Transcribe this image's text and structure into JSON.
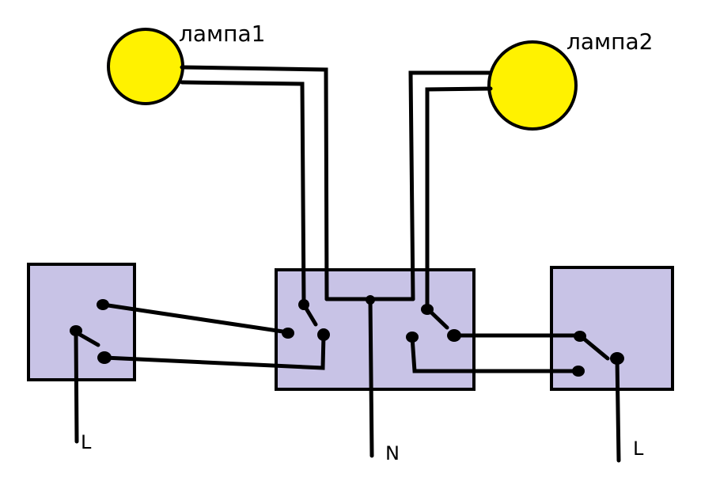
{
  "labels": {
    "lamp1": "лампа1",
    "lamp2": "лампа2",
    "left_line": "L",
    "neutral": "N",
    "right_line": "L"
  },
  "colors": {
    "lamp_fill": "#fff200",
    "box_fill": "#c8c3e6",
    "wire": "#000000",
    "background": "#ffffff"
  }
}
